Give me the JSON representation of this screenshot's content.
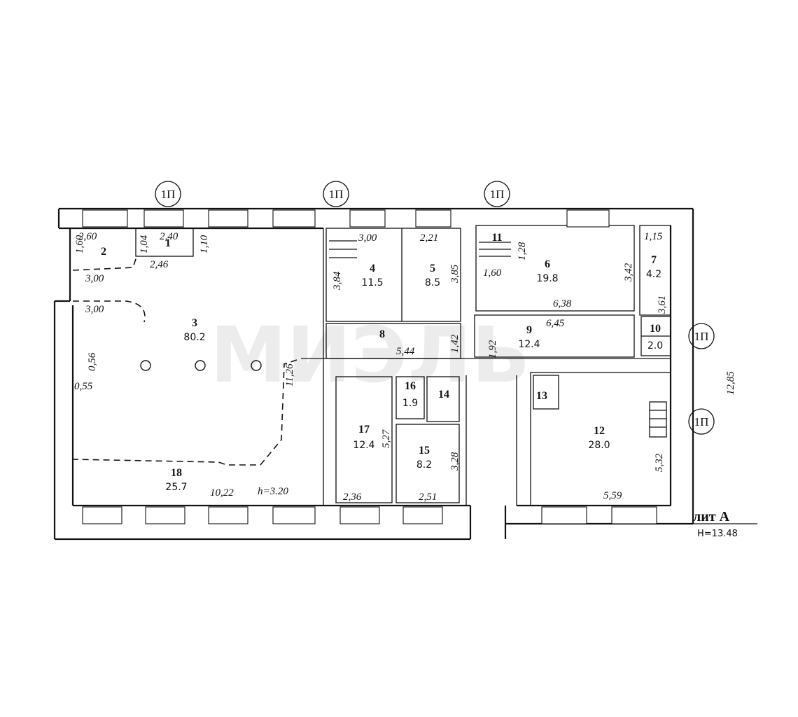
{
  "watermark": "МИЭЛЬ",
  "building": {
    "label": "лит А",
    "elevation": "Н=13.48",
    "height_note": "h=3.20"
  },
  "axis_label": "1П",
  "rooms": [
    {
      "id": "r1",
      "number": "1",
      "area": ""
    },
    {
      "id": "r2",
      "number": "2",
      "area": ""
    },
    {
      "id": "r3",
      "number": "3",
      "area": "80.2"
    },
    {
      "id": "r4",
      "number": "4",
      "area": "11.5"
    },
    {
      "id": "r5",
      "number": "5",
      "area": "8.5"
    },
    {
      "id": "r6",
      "number": "6",
      "area": "19.8"
    },
    {
      "id": "r7",
      "number": "7",
      "area": "4.2"
    },
    {
      "id": "r8",
      "number": "8",
      "area": ""
    },
    {
      "id": "r9",
      "number": "9",
      "area": "12.4"
    },
    {
      "id": "r10",
      "number": "10",
      "area": "2.0"
    },
    {
      "id": "r11",
      "number": "11",
      "area": ""
    },
    {
      "id": "r12",
      "number": "12",
      "area": "28.0"
    },
    {
      "id": "r13",
      "number": "13",
      "area": ""
    },
    {
      "id": "r14",
      "number": "14",
      "area": ""
    },
    {
      "id": "r15",
      "number": "15",
      "area": "8.2"
    },
    {
      "id": "r16",
      "number": "16",
      "area": "1.9"
    },
    {
      "id": "r17",
      "number": "17",
      "area": "12.4"
    },
    {
      "id": "r18",
      "number": "18",
      "area": "25.7"
    }
  ],
  "dimensions": [
    "2,60",
    "1,60",
    "1,04",
    "2,40",
    "1,10",
    "2,46",
    "3,00",
    "3,00",
    "0,56",
    "0,55",
    "3,00",
    "3,84",
    "2,21",
    "3,85",
    "1,28",
    "1,60",
    "3,42",
    "1,15",
    "3,61",
    "6,38",
    "6,45",
    "5,44",
    "1,42",
    "1,92",
    "11,26",
    "5,27",
    "3,28",
    "2,36",
    "2,51",
    "10,22",
    "5,32",
    "5,59",
    "12,85"
  ]
}
